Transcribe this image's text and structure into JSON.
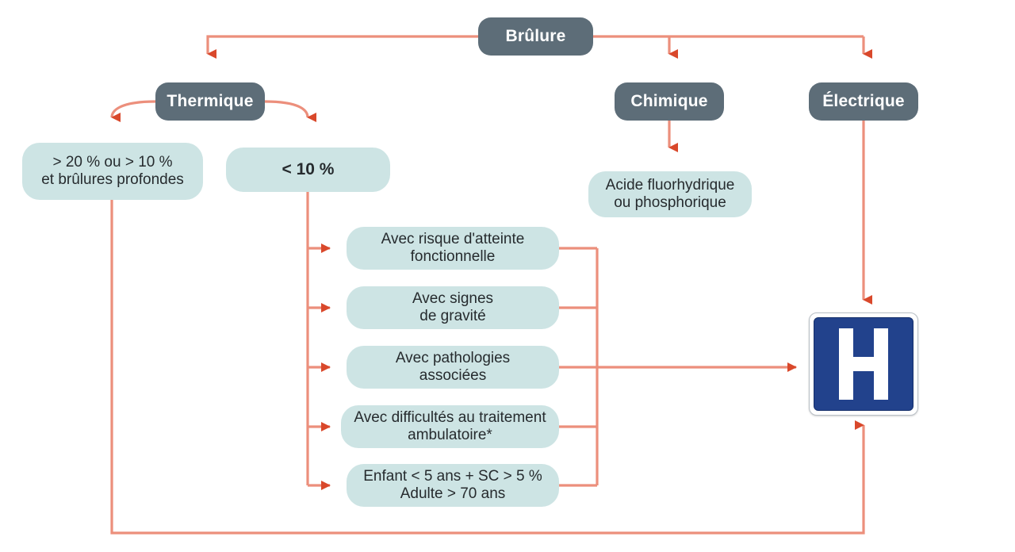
{
  "diagram": {
    "title": "Brûlure",
    "colors": {
      "node_dark_bg": "#5d6d78",
      "node_light_bg": "#cde4e4",
      "connector": "#ec8f7c",
      "arrowhead": "#d9482b",
      "sign_blue": "#22428c",
      "text_dark": "#262b2e"
    }
  },
  "nodes": {
    "root": {
      "label": "Brûlure",
      "type": "category"
    },
    "thermique": {
      "label": "Thermique",
      "type": "category"
    },
    "chimique": {
      "label": "Chimique",
      "type": "category"
    },
    "electrique": {
      "label": "Électrique",
      "type": "category"
    },
    "grande_surface": {
      "line1": "> 20 % ou > 10 %",
      "line2": "et brûlures profondes",
      "type": "criterion"
    },
    "petite_surface": {
      "label": "< 10 %",
      "type": "criterion"
    },
    "acide": {
      "line1": "Acide fluorhydrique",
      "line2": "ou phosphorique",
      "type": "criterion"
    },
    "criteria": [
      {
        "line1": "Avec risque d'atteinte",
        "line2": "fonctionnelle"
      },
      {
        "line1": "Avec signes",
        "line2": "de gravité"
      },
      {
        "line1": "Avec pathologies",
        "line2": "associées"
      },
      {
        "line1": "Avec difficultés au traitement",
        "line2": "ambulatoire*"
      },
      {
        "line1": "Enfant < 5 ans + SC > 5 %",
        "line2": "Adulte > 70 ans"
      }
    ],
    "hospital": {
      "label": "H",
      "name": "hospital-sign"
    }
  }
}
